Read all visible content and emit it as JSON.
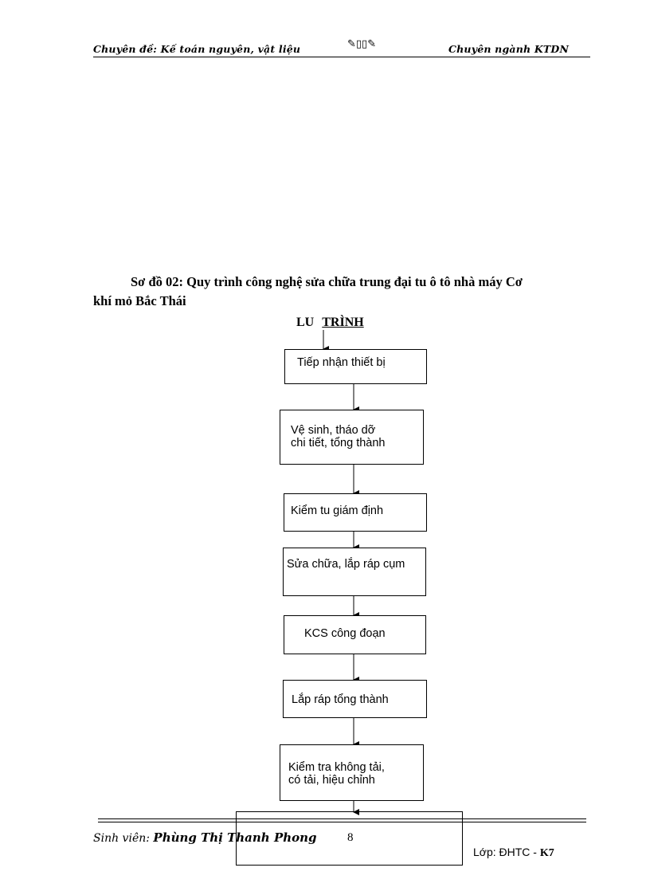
{
  "header": {
    "left": "Chuyên đề: Kế toán nguyên, vật liệu",
    "right": "Chuyên ngành KTDN",
    "ornament": "✎📖✎"
  },
  "caption": {
    "line1": "Sơ đồ 02: Quy trình công nghệ sửa chữa trung đại tu ô tô nhà máy Cơ",
    "line2": "khí mỏ Bắc Thái"
  },
  "flow": {
    "title_left": "LU",
    "title_right": "TRÌNH",
    "steps": [
      "Tiếp nhận thiết bị",
      "Vệ sinh, tháo dỡ\nchi tiết, tổng thành",
      "Kiểm tu giám định",
      "Sửa chữa, lắp ráp cụm",
      "KCS công đoạn",
      "Lắp ráp tổng thành",
      "Kiểm tra không tải,\ncó tải, hiệu chỉnh"
    ]
  },
  "footer": {
    "student_label": "Sinh viên:",
    "student_name": "Phùng Thị Thanh Phong",
    "page": "8",
    "class_label": "Lớp: ĐHTC -",
    "class_code": "K7"
  }
}
